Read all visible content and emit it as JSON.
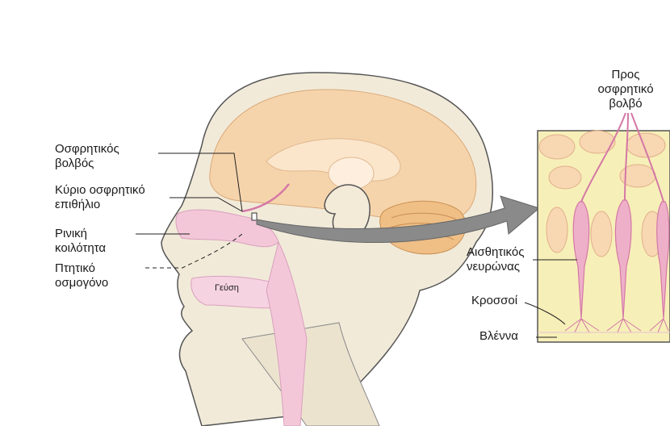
{
  "labels": {
    "olfactory_bulb": [
      "Οσφρητικός",
      "βολβός"
    ],
    "main_olfactory_epithelium": [
      "Κύριο οσφρητικό",
      "επιθήλιο"
    ],
    "nasal_cavity": [
      "Ρινική",
      "κοιλότητα"
    ],
    "volatile_odorant": [
      "Πτητικό",
      "οσμογόνο"
    ],
    "taste": "Γεύση",
    "to_olfactory_bulb": [
      "Προς",
      "οσφρητικό",
      "βολβό"
    ],
    "sensory_neuron": [
      "Αισθητικός",
      "νευρώνας"
    ],
    "cilia": "Κροσσοί",
    "mucus": "Βλέννα"
  },
  "colors": {
    "skin": "#f1ead9",
    "brain": "#f6d4ab",
    "brain_fold": "#fbe6cb",
    "cerebellum": "#efbf86",
    "pink": "#e9a6c4",
    "pink_dark": "#d478a6",
    "epithelium_bg": "#f7efb8",
    "cell": "#f8d7b3",
    "arrow": "#8a8a8a",
    "outline": "#555555"
  }
}
